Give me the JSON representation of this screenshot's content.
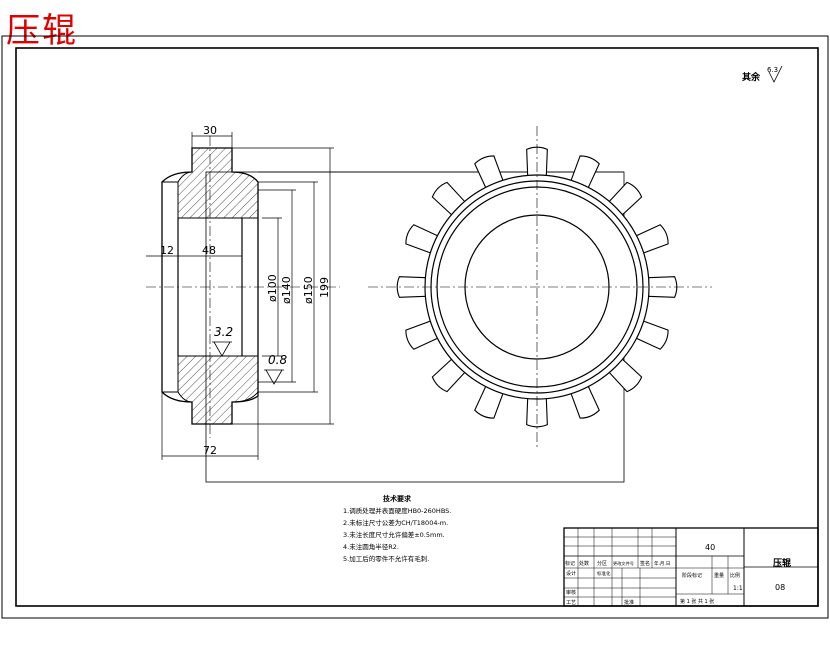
{
  "header": {
    "title": "压辊"
  },
  "roughness_note": {
    "label": "其余",
    "value": "6.3"
  },
  "dims": {
    "width_top": "30",
    "flange": "12",
    "bore_len": "48",
    "d100": "ø100",
    "d140": "ø140",
    "d150": "ø150",
    "d199": "199",
    "overall": "72",
    "ra_bore": "3.2",
    "ra_face": "0.8"
  },
  "notes": {
    "heading": "技术要求",
    "items": [
      "1.调质处理并表面硬度HB0-260HBS.",
      "2.未标注尺寸公差为CH/T18004-m.",
      "3.未注长度尺寸允许偏差±0.5mm.",
      "4.未注圆角半径R2.",
      "5.加工后的零件不允许有毛刺."
    ]
  },
  "title_block": {
    "scale_row": "40",
    "part_name": "压辊",
    "material": "08",
    "scale": "1:1",
    "sheet": "第 1 张 共 1 张",
    "headers": [
      "标记",
      "处数",
      "分区",
      "更改文件号",
      "签名",
      "年.月.日"
    ],
    "row_design": "设计",
    "row_std": "标准化",
    "row_check": "审核",
    "row_process": "工艺",
    "row_approve": "批准",
    "stage_label": "阶段标记",
    "weight_label": "重量",
    "ratio_label": "比例"
  }
}
